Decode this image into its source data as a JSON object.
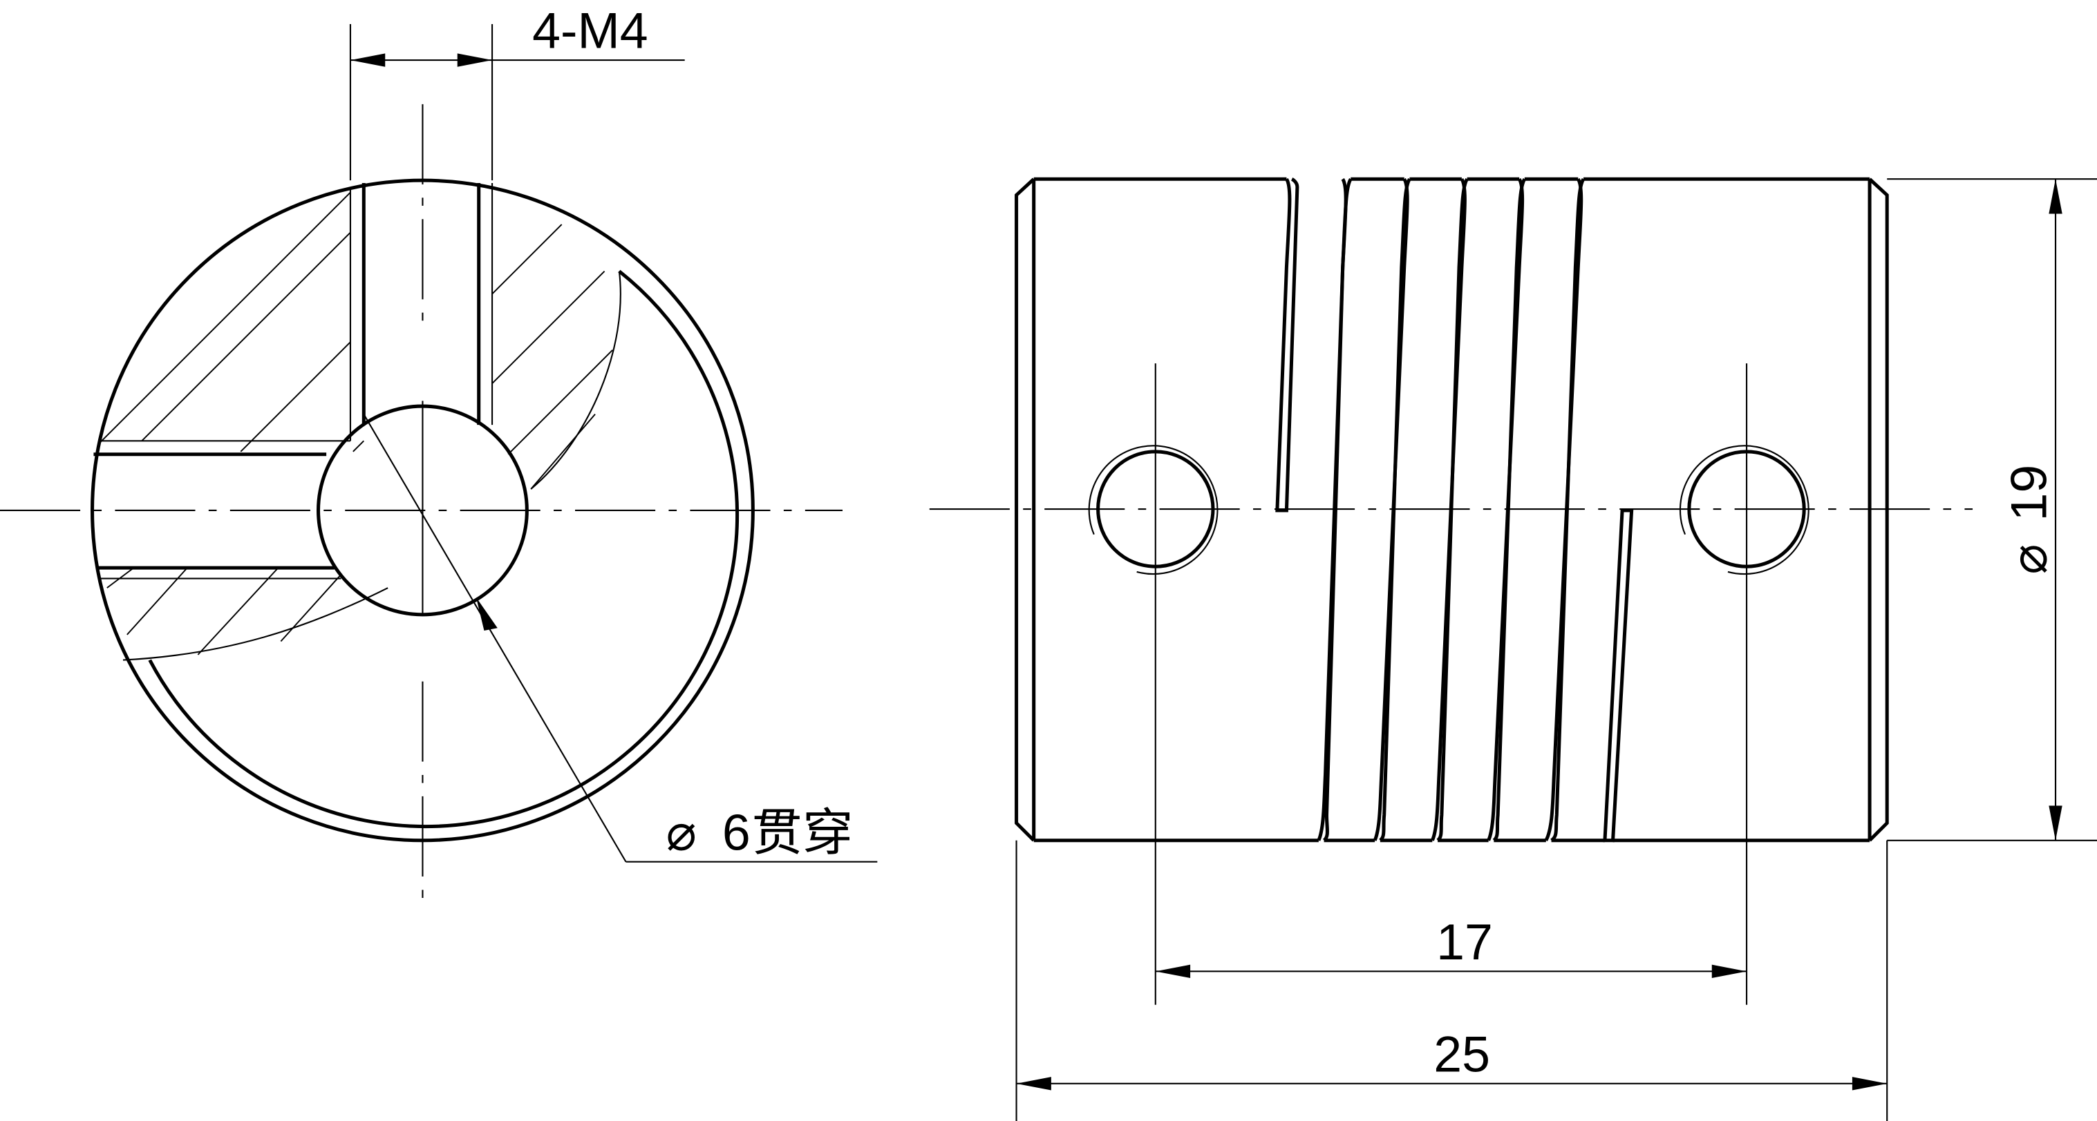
{
  "drawing": {
    "title": "Flexible shaft coupling (spiral beam) technical drawing",
    "views": [
      "end-section-view",
      "side-view"
    ],
    "line_color": "#000000",
    "background": "#ffffff"
  },
  "end_view": {
    "thread_callout": "4-M4",
    "bore_callout_symbol": "⌀",
    "bore_callout_value": "6",
    "bore_callout_note": "贯穿"
  },
  "side_view": {
    "diameter_symbol": "⌀",
    "diameter_value": "19",
    "hole_spacing": "17",
    "overall_length": "25",
    "spiral_turns_visible": 6
  }
}
